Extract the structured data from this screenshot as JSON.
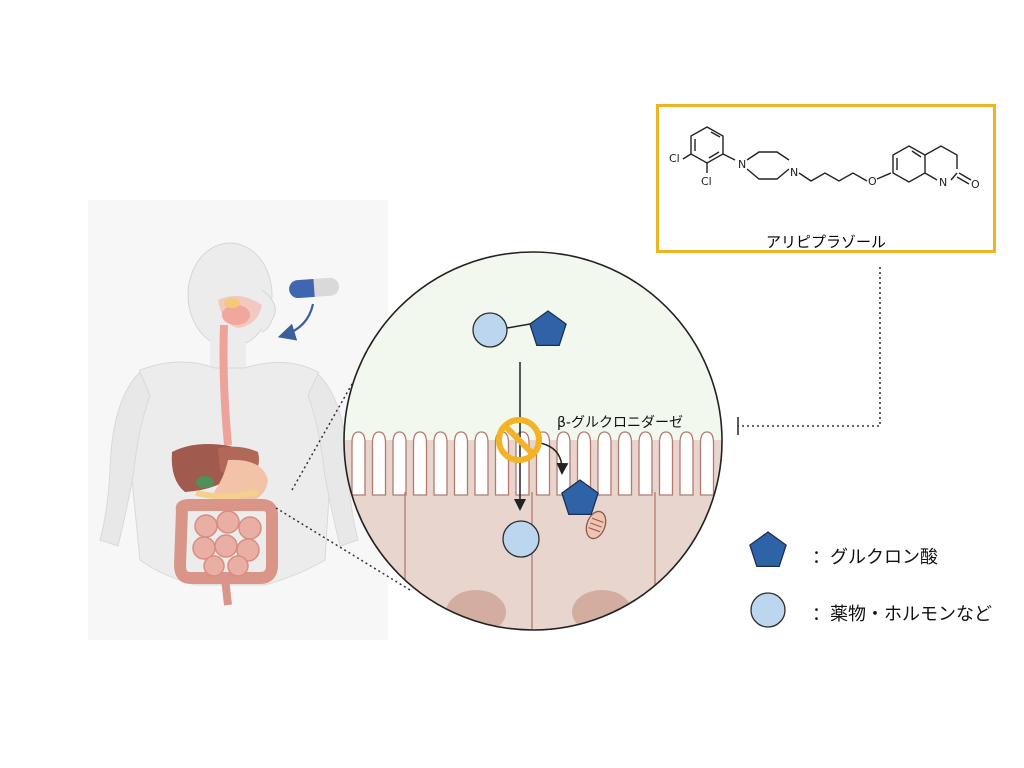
{
  "compound": {
    "name": "アリピプラゾール",
    "atoms": {
      "cl1": "Cl",
      "cl2": "Cl",
      "n1": "N",
      "n2": "N",
      "o1": "O",
      "n3": "N",
      "o2": "O"
    }
  },
  "enzyme_label": "β-グルクロニダーゼ",
  "legend": [
    {
      "symbol": "pentagon",
      "label": "：グルクロン酸"
    },
    {
      "symbol": "circle",
      "label": "：薬物・ホルモンなど"
    }
  ],
  "colors": {
    "pentagon_fill": "#2f63a8",
    "circle_fill": "#bcd6f0",
    "inhibit_ring": "#f2b324",
    "box_border": "#f0b323",
    "zoom_bg": "#f2f8ee",
    "tissue": "#e8d6ce"
  },
  "icons": [
    "capsule-icon",
    "human-body-icon",
    "inhibition-icon",
    "bacteria-icon"
  ]
}
